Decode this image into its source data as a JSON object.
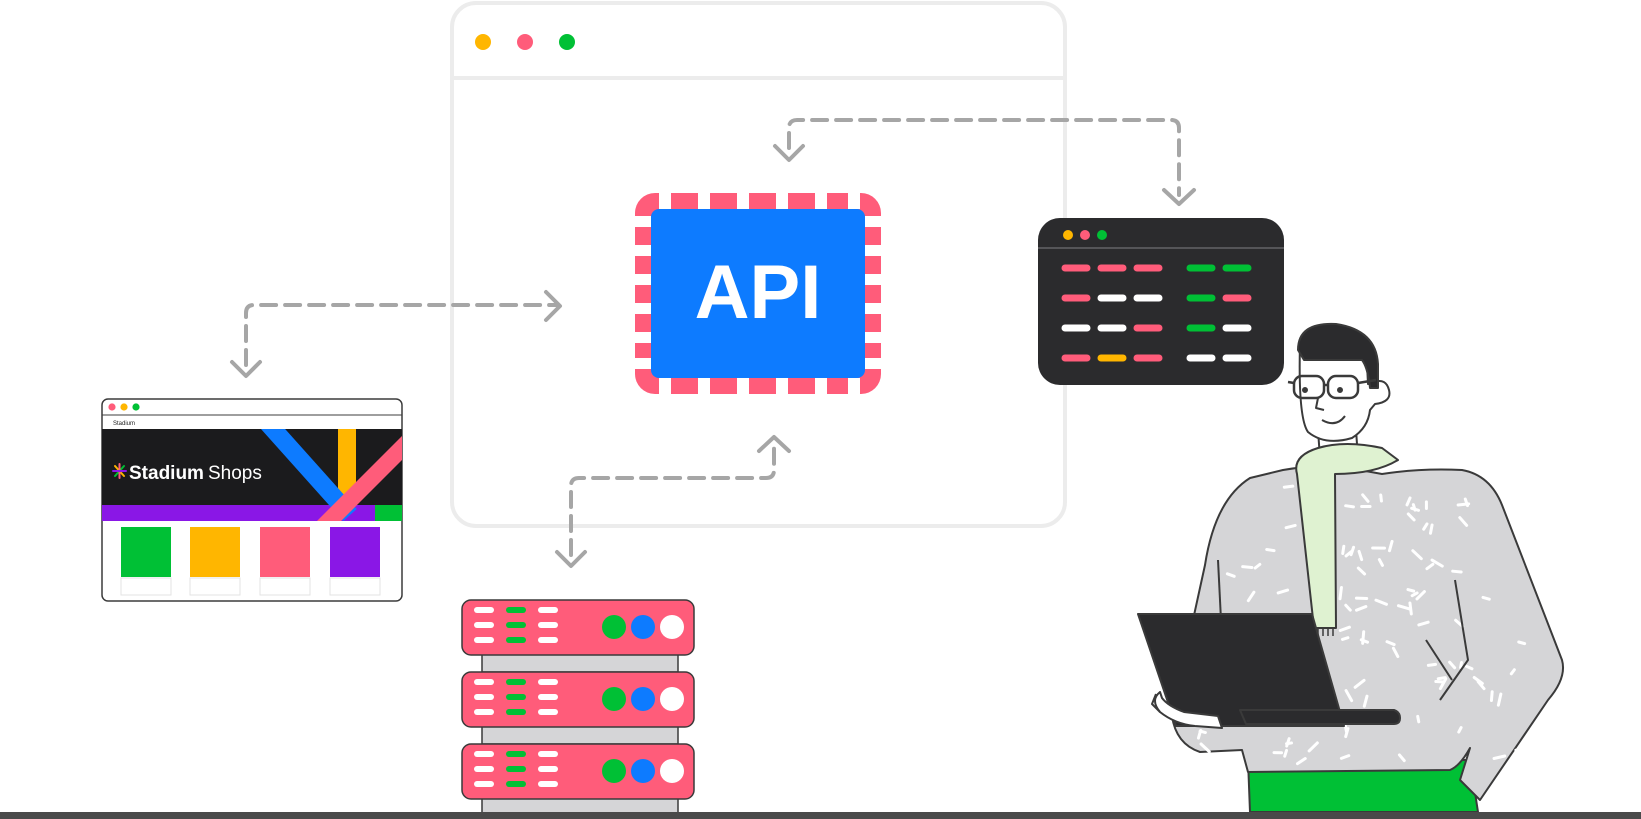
{
  "api_label": "API",
  "shop_window": {
    "nav_label": "Stadium",
    "logo_text": "Stadium",
    "logo_suffix": "Shops",
    "product_colors": [
      "#00c035",
      "#ffb600",
      "#ff5c7a",
      "#8a17e6"
    ]
  },
  "colors": {
    "api_blue": "#0d7bff",
    "pink": "#ff5c7a",
    "green": "#00c035",
    "yellow": "#ffb600",
    "purple": "#8a17e6",
    "dark": "#2b2b2d",
    "gray_line": "#a6a6a6",
    "frame_gray": "#ececec",
    "sweater": "#d5d5d7",
    "scarf": "#dff2d1",
    "bottom_bar": "#4a4a4a"
  },
  "window_dots": [
    "#ffb600",
    "#ff5c7a",
    "#00c035"
  ],
  "console_rows": [
    [
      "pink",
      "pink",
      "pink",
      "green",
      "green"
    ],
    [
      "pink",
      "white",
      "white",
      "green",
      "pink"
    ],
    [
      "white",
      "white",
      "pink",
      "green",
      "white"
    ],
    [
      "pink",
      "yellow",
      "pink",
      "white",
      "white"
    ]
  ],
  "server_leds": [
    "green",
    "blue",
    "white"
  ]
}
